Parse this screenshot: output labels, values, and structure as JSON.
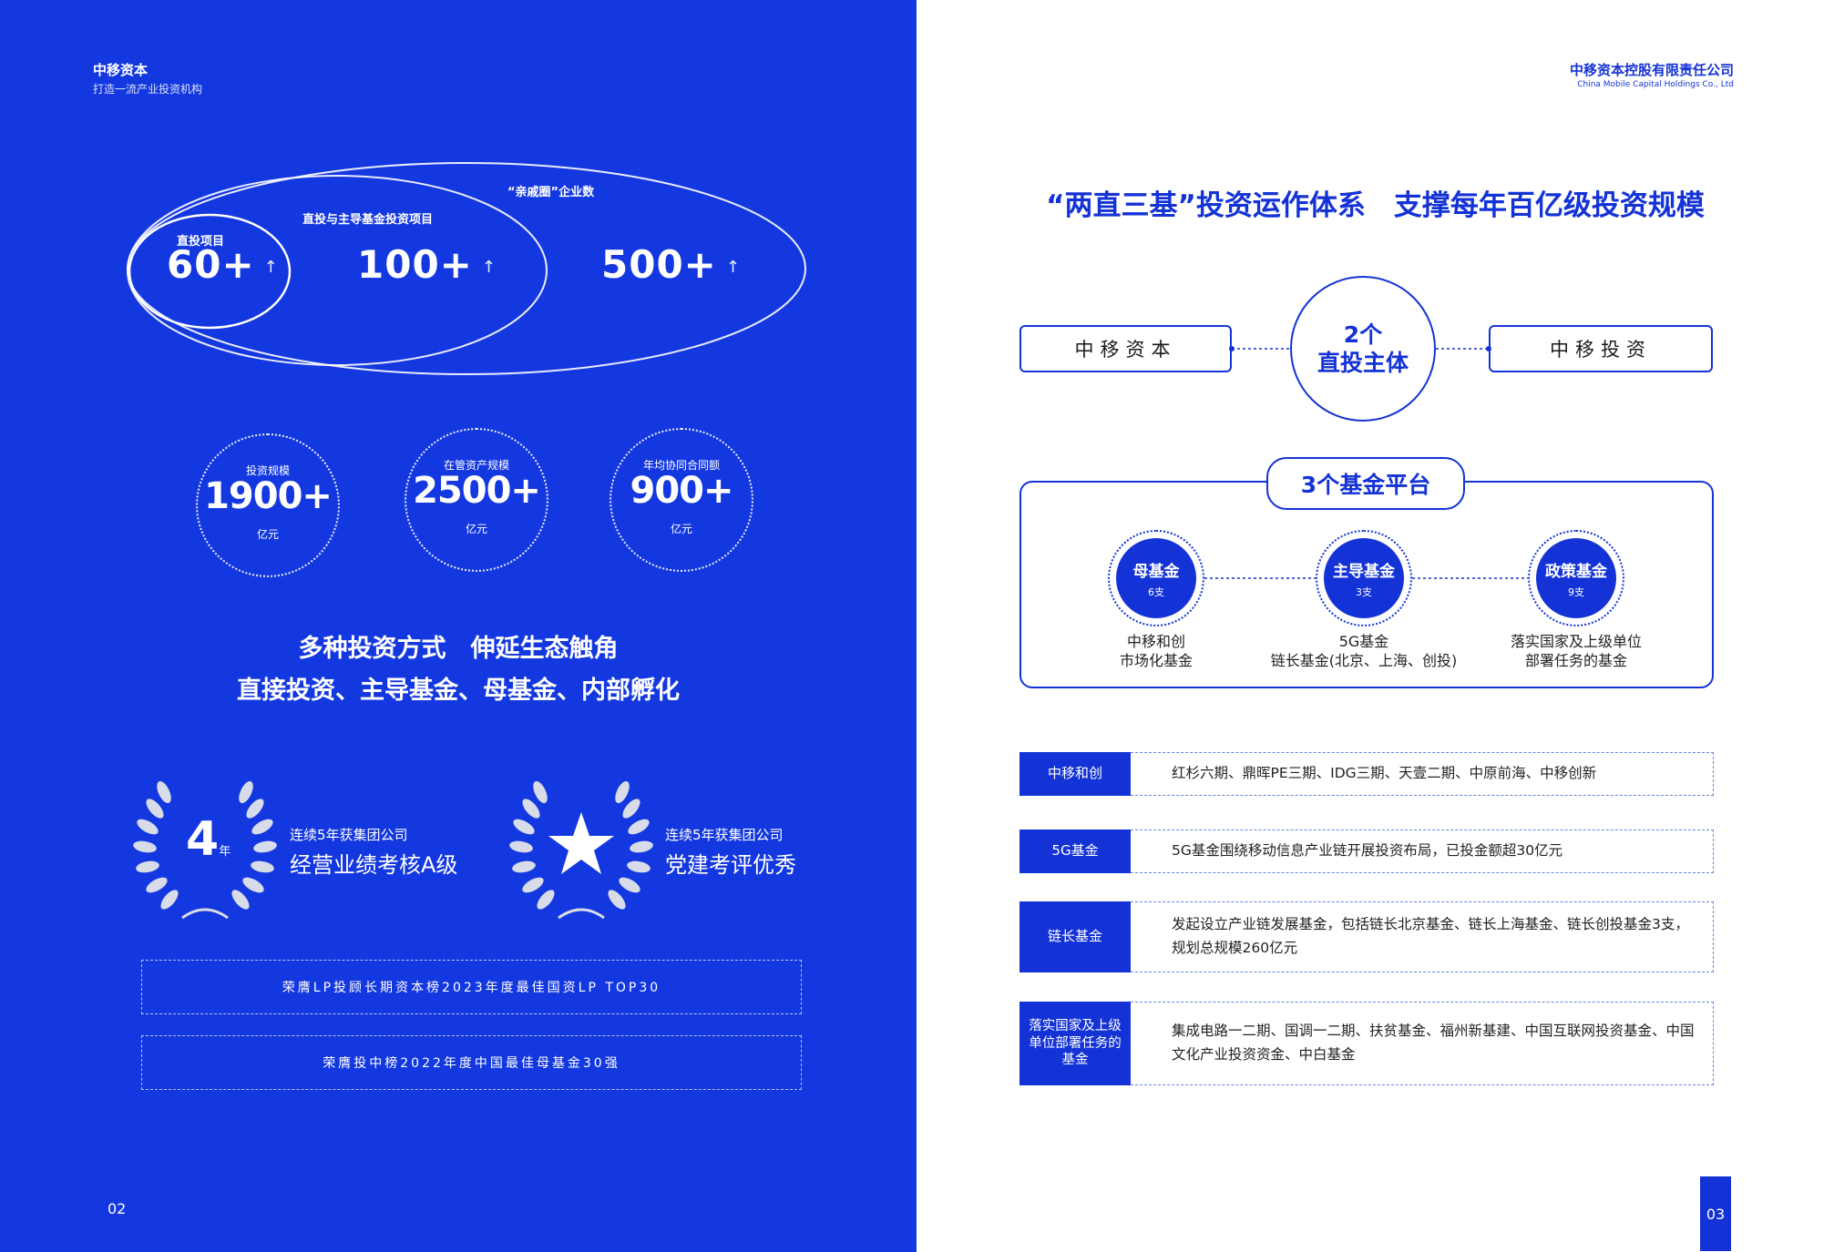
{
  "left": {
    "header": {
      "title": "中移资本",
      "subtitle": "打造一流产业投资机构"
    },
    "ellipses": {
      "outer_label": "“亲戚圈”企业数",
      "middle_label": "直投与主导基金投资项目",
      "inner_label": "直投项目",
      "inner_value": "60+",
      "middle_value": "100+",
      "outer_value": "500+",
      "arrow": "↑"
    },
    "stats": [
      {
        "label": "投资规模",
        "value": "1900+",
        "unit": "亿元"
      },
      {
        "label": "在管资产规模",
        "value": "2500+",
        "unit": "亿元"
      },
      {
        "label": "年均协同合同额",
        "value": "900+",
        "unit": "亿元"
      }
    ],
    "slogan": {
      "line1": "多种投资方式　伸延生态触角",
      "line2": "直接投资、主导基金、母基金、内部孵化"
    },
    "awards": [
      {
        "badge_number": "4",
        "badge_unit": "年",
        "small": "连续5年获集团公司",
        "big": "经营业绩考核A级"
      },
      {
        "badge_icon": "star-icon",
        "small": "连续5年获集团公司",
        "big": "党建考评优秀"
      }
    ],
    "rankings": [
      "荣膺LP投顾长期资本榜2023年度最佳国资LP TOP30",
      "荣膺投中榜2022年度中国最佳母基金30强"
    ],
    "page_number": "02"
  },
  "right": {
    "header": {
      "title": "中移资本控股有限责任公司",
      "subtitle": "China Mobile Capital Holdings Co., Ltd"
    },
    "heading": "“两直三基”投资运作体系　支撑每年百亿级投资规模",
    "entities": {
      "left": "中移资本",
      "right": "中移投资",
      "center_line1": "2个",
      "center_line2": "直投主体"
    },
    "platform_title": "3个基金平台",
    "funds": [
      {
        "name": "母基金",
        "count": "6支",
        "desc1": "中移和创",
        "desc2": "市场化基金"
      },
      {
        "name": "主导基金",
        "count": "3支",
        "desc1": "5G基金",
        "desc2": "链长基金(北京、上海、创投)"
      },
      {
        "name": "政策基金",
        "count": "9支",
        "desc1": "落实国家及上级单位",
        "desc2": "部署任务的基金"
      }
    ],
    "rows": [
      {
        "tag": "中移和创",
        "text": "红杉六期、鼎晖PE三期、IDG三期、天壹二期、中原前海、中移创新"
      },
      {
        "tag": "5G基金",
        "text": "5G基金围绕移动信息产业链开展投资布局，已投金额超30亿元"
      },
      {
        "tag": "链长基金",
        "text": "发起设立产业链发展基金，包括链长北京基金、链长上海基金、链长创投基金3支，规划总规模260亿元"
      },
      {
        "tag": "落实国家及上级单位部署任务的基金",
        "text": "集成电路一二期、国调一二期、扶贫基金、福州新基建、中国互联网投资基金、中国文化产业投资资金、中白基金"
      }
    ],
    "page_number": "03"
  },
  "colors": {
    "primary_blue": "#1433d6",
    "left_bg": "#1438e0",
    "white": "#ffffff"
  }
}
